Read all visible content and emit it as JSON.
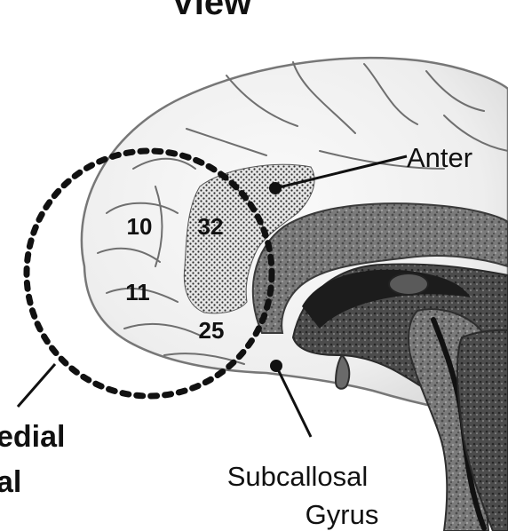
{
  "figure": {
    "title_fragment": "View",
    "labels": {
      "anterior": "Anter",
      "medial_line1": "edial",
      "medial_line2": "al",
      "subcallosal_line1": "Subcallosal",
      "subcallosal_line2": "Gyrus"
    },
    "areas": [
      "10",
      "32",
      "11",
      "25"
    ]
  },
  "colors": {
    "background": "#ffffff",
    "ink": "#111111",
    "cortex_fill": "#f1f1f1",
    "sulcus": "#6f6f6f",
    "stipple": "#2b2b2b",
    "callosum": "#8a8a8a",
    "brainstem": "#5e5e5e",
    "dark": "#1c1c1c"
  }
}
